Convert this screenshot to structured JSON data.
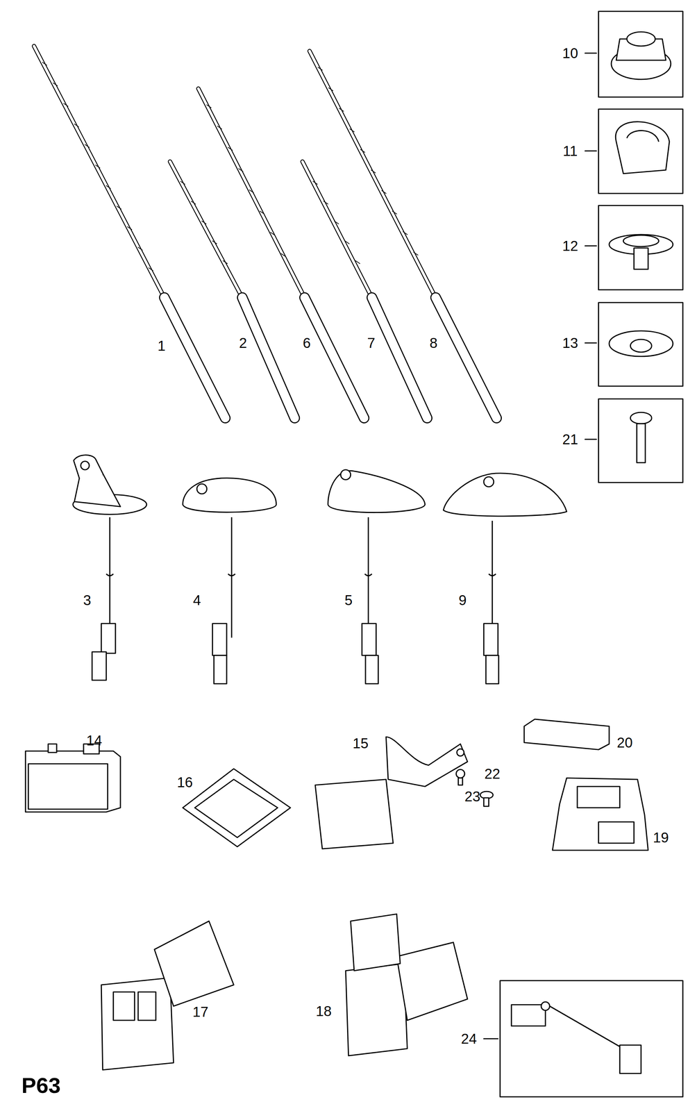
{
  "diagram": {
    "labels": [
      "1",
      "2",
      "6",
      "7",
      "8",
      "10",
      "11",
      "12",
      "13",
      "21",
      "3",
      "4",
      "5",
      "9",
      "14",
      "16",
      "15",
      "20",
      "22",
      "23",
      "19",
      "17",
      "18",
      "24",
      "P63"
    ]
  }
}
